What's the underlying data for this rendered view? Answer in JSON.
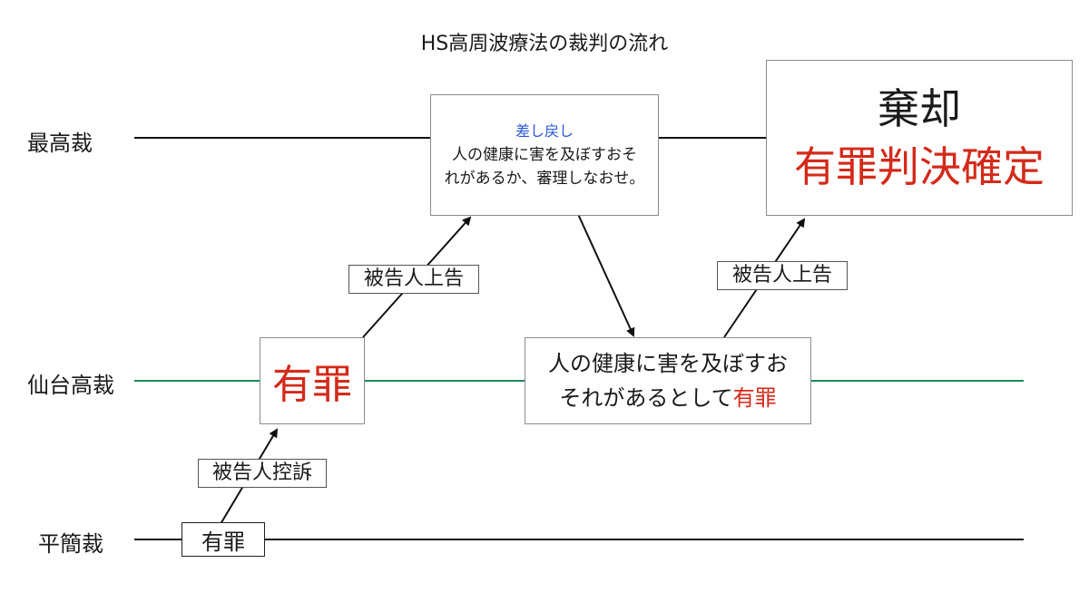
{
  "title": "HS高周波療法の裁判の流れ",
  "courts": {
    "supreme": "最高裁",
    "sendai_high": "仙台高裁",
    "summary": "平簡裁"
  },
  "colors": {
    "line_black": "#111111",
    "line_green": "#1e8a5a",
    "red": "#d42a1a",
    "blue": "#2a57d6"
  },
  "nodes": {
    "summary_verdict": "有罪",
    "high_verdict_1": "有罪",
    "remand": {
      "heading": "差し戻し",
      "line1": "人の健康に害を及ぼすおそ",
      "line2": "れがあるか、審理しなおせ。"
    },
    "high_verdict_2": {
      "line1": "人の健康に害を及ぼすお",
      "line2_prefix": "それがあるとして",
      "line2_red": "有罪"
    },
    "final": {
      "line1": "棄却",
      "line2": "有罪判決確定"
    }
  },
  "edges": {
    "appeal_to_high": "被告人控訴",
    "appeal_to_supreme_1": "被告人上告",
    "appeal_to_supreme_2": "被告人上告"
  }
}
